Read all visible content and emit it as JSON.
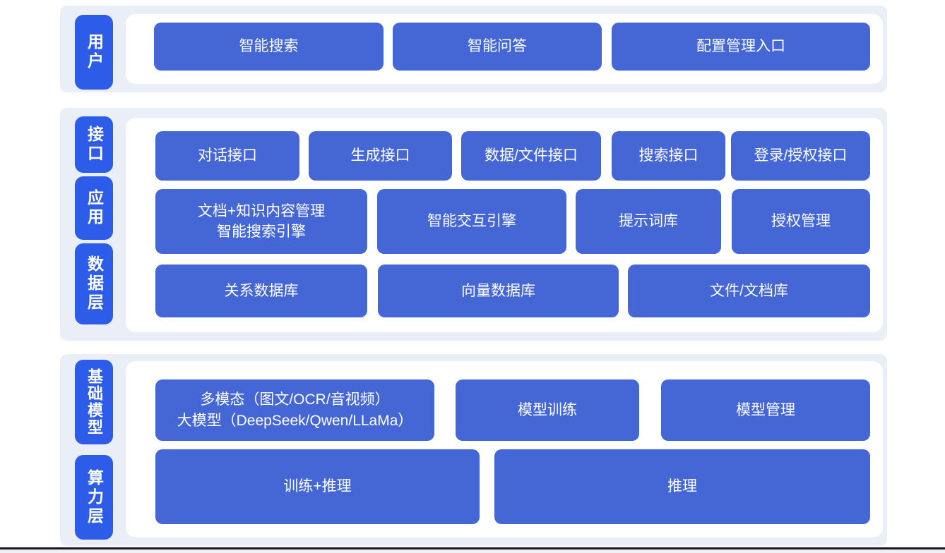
{
  "colors": {
    "page_bg": "#ffffff",
    "section_bg": "#e9eef7",
    "panel_bg": "#ffffff",
    "pill_blue": "#2d5ce8",
    "button_blue": "#4467d5",
    "text_white": "#ffffff",
    "footer_line": "#141824",
    "footer_bg": "#eef0f4"
  },
  "sections": [
    {
      "pills": [
        {
          "label": "用户"
        }
      ],
      "rows": [
        {
          "buttons": [
            {
              "label": "智能搜索"
            },
            {
              "label": "智能问答"
            },
            {
              "label": "配置管理入口"
            }
          ]
        }
      ]
    },
    {
      "pills": [
        {
          "label": "接口"
        },
        {
          "label": "应用"
        },
        {
          "label": "数据层"
        }
      ],
      "rows": [
        {
          "buttons": [
            {
              "label": "对话接口"
            },
            {
              "label": "生成接口"
            },
            {
              "label": "数据/文件接口"
            },
            {
              "label": "搜索接口"
            },
            {
              "label": "登录/授权接口"
            }
          ]
        },
        {
          "buttons": [
            {
              "line1": "文档+知识内容管理",
              "line2": "智能搜索引擎"
            },
            {
              "label": "智能交互引擎"
            },
            {
              "label": "提示词库"
            },
            {
              "label": "授权管理"
            }
          ]
        },
        {
          "buttons": [
            {
              "label": "关系数据库"
            },
            {
              "label": "向量数据库"
            },
            {
              "label": "文件/文档库"
            }
          ]
        }
      ]
    },
    {
      "pills": [
        {
          "label": "基础模型"
        },
        {
          "label": "算力层"
        }
      ],
      "rows": [
        {
          "buttons": [
            {
              "line1": "多模态（图文/OCR/音视频）",
              "line2": "大模型（DeepSeek/Qwen/LLaMa）"
            },
            {
              "label": "模型训练"
            },
            {
              "label": "模型管理"
            }
          ]
        },
        {
          "buttons": [
            {
              "label": "训练+推理"
            },
            {
              "label": "推理"
            }
          ]
        }
      ]
    }
  ]
}
